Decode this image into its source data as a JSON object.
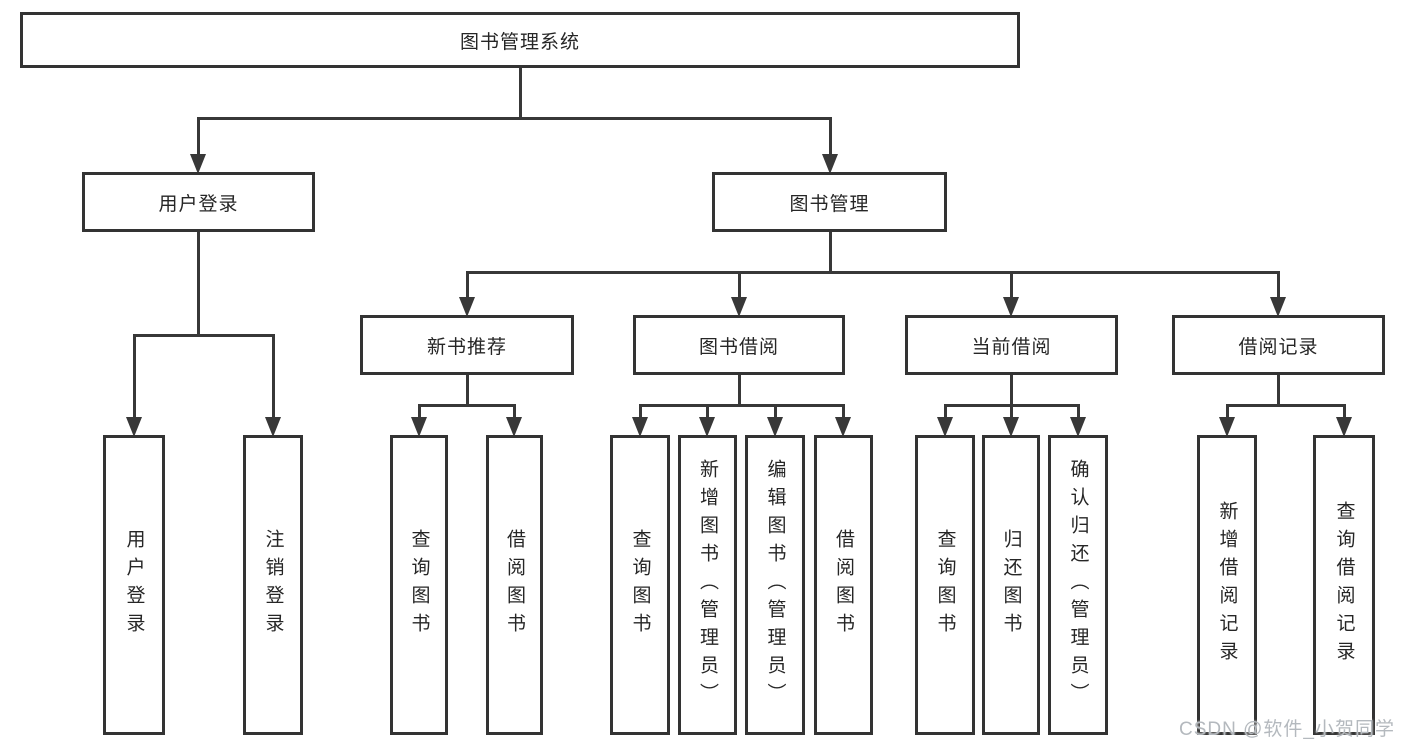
{
  "diagram_title": "图书管理系统",
  "watermark": "CSDN @软件_小贺同学",
  "colors": {
    "background": "#ffffff",
    "box_fill": "#ffffff",
    "box_border": "#333333",
    "connector_line": "#383838",
    "text": "#262626",
    "watermark": "#b4b9be"
  },
  "nodes": [
    {
      "id": "root",
      "parent": null,
      "label": "图书管理系统"
    },
    {
      "id": "user-login",
      "parent": "root",
      "label": "用户登录"
    },
    {
      "id": "book-mgmt",
      "parent": "root",
      "label": "图书管理"
    },
    {
      "id": "ul-login",
      "parent": "user-login",
      "label": "用户登录"
    },
    {
      "id": "ul-logout",
      "parent": "user-login",
      "label": "注销登录"
    },
    {
      "id": "new-book",
      "parent": "book-mgmt",
      "label": "新书推荐"
    },
    {
      "id": "borrow",
      "parent": "book-mgmt",
      "label": "图书借阅"
    },
    {
      "id": "current",
      "parent": "book-mgmt",
      "label": "当前借阅"
    },
    {
      "id": "records",
      "parent": "book-mgmt",
      "label": "借阅记录"
    },
    {
      "id": "nb-query",
      "parent": "new-book",
      "label": "查询图书"
    },
    {
      "id": "nb-borrow",
      "parent": "new-book",
      "label": "借阅图书"
    },
    {
      "id": "bb-query",
      "parent": "borrow",
      "label": "查询图书"
    },
    {
      "id": "bb-add",
      "parent": "borrow",
      "label": "新增图书（管理员）"
    },
    {
      "id": "bb-edit",
      "parent": "borrow",
      "label": "编辑图书（管理员）"
    },
    {
      "id": "bb-borrow",
      "parent": "borrow",
      "label": "借阅图书"
    },
    {
      "id": "cb-query",
      "parent": "current",
      "label": "查询图书"
    },
    {
      "id": "cb-return",
      "parent": "current",
      "label": "归还图书"
    },
    {
      "id": "cb-confirm",
      "parent": "current",
      "label": "确认归还（管理员）"
    },
    {
      "id": "br-add",
      "parent": "records",
      "label": "新增借阅记录"
    },
    {
      "id": "br-query",
      "parent": "records",
      "label": "查询借阅记录"
    }
  ]
}
